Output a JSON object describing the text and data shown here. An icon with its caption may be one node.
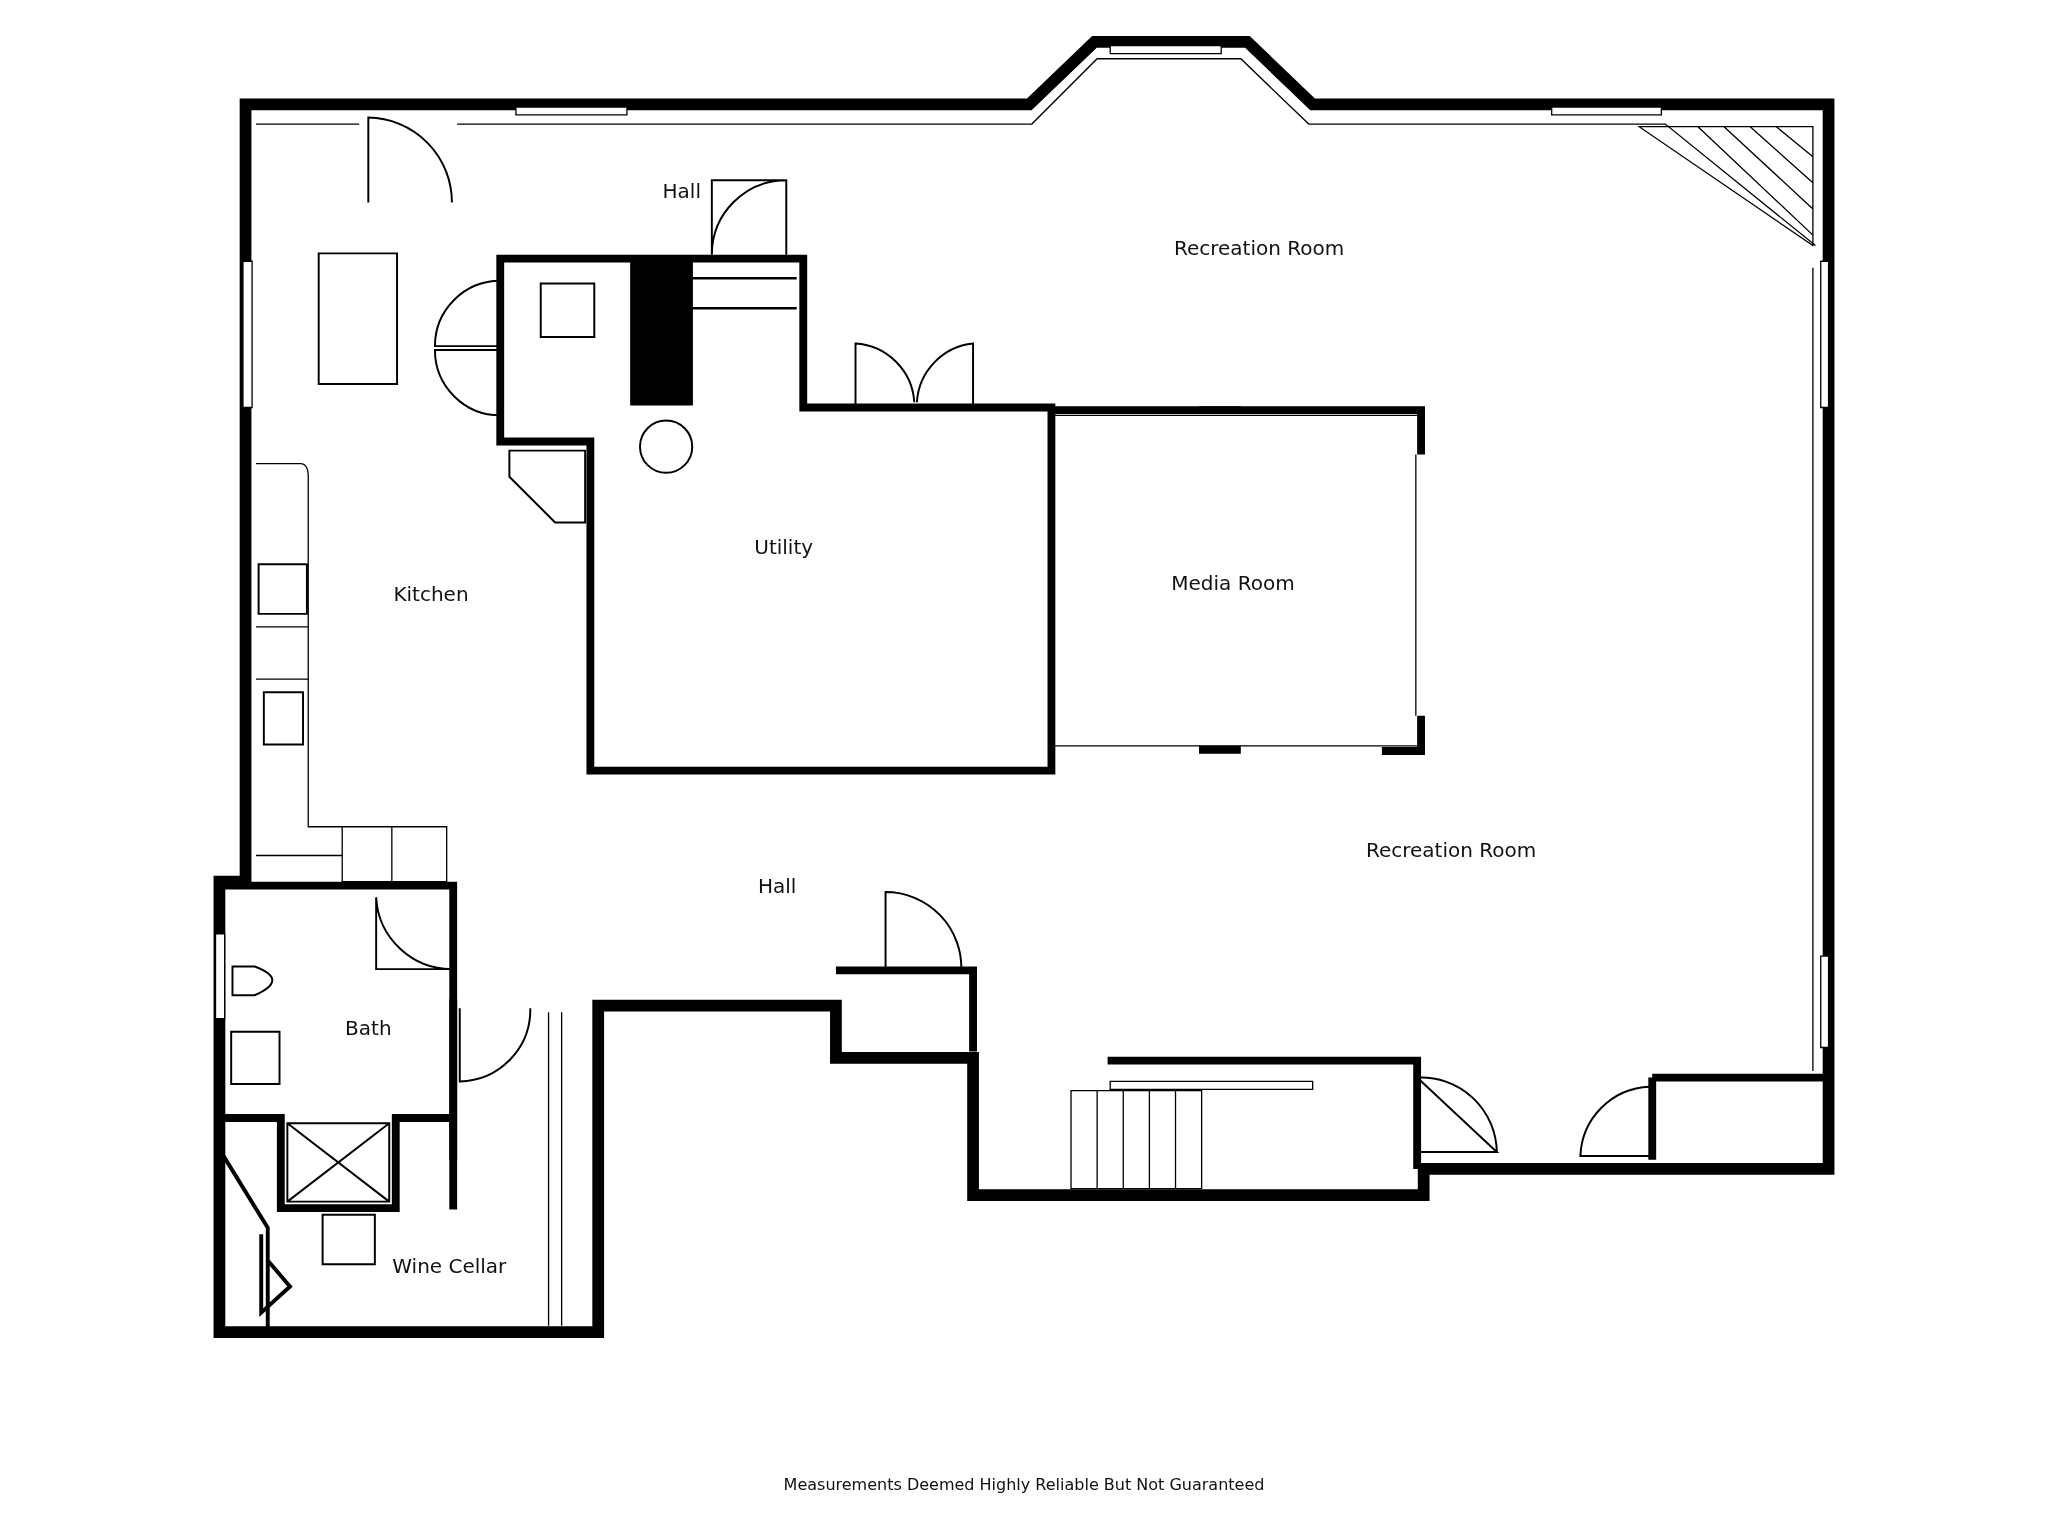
{
  "diagram": {
    "caption": "Measurements Deemed Highly Reliable But Not Guaranteed",
    "labels": [
      "Hall",
      "Recreation Room",
      "Utility",
      "Kitchen",
      "Media Room",
      "Recreation Room",
      "Hall",
      "Bath",
      "Wine Cellar"
    ]
  }
}
